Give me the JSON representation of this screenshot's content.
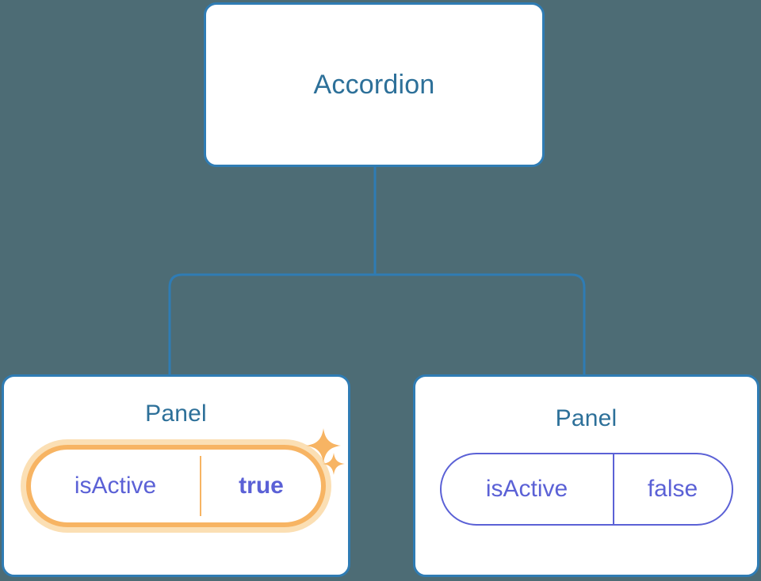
{
  "diagram": {
    "type": "component-tree",
    "background_color": "#4d6c75",
    "edge_color": "#2f7cb4",
    "root": {
      "label": "Accordion"
    },
    "children": [
      {
        "label": "Panel",
        "highlighted": true,
        "prop": {
          "key": "isActive",
          "value": "true",
          "value_bold": true,
          "accent_color": "#f7b463",
          "glow_color": "#fbdfb4",
          "text_color": "#5b61d6"
        },
        "sparkles": [
          "sparkle-large-icon",
          "sparkle-small-icon"
        ]
      },
      {
        "label": "Panel",
        "highlighted": false,
        "prop": {
          "key": "isActive",
          "value": "false",
          "value_bold": false,
          "accent_color": "#5b61d6",
          "text_color": "#5b61d6"
        }
      }
    ],
    "colors": {
      "card_background": "#ffffff",
      "card_border": "#2f7cb4",
      "title_text": "#2d7099",
      "prop_text": "#5b61d6",
      "highlight_orange": "#f7b463",
      "highlight_glow": "#fbdfb4"
    }
  }
}
